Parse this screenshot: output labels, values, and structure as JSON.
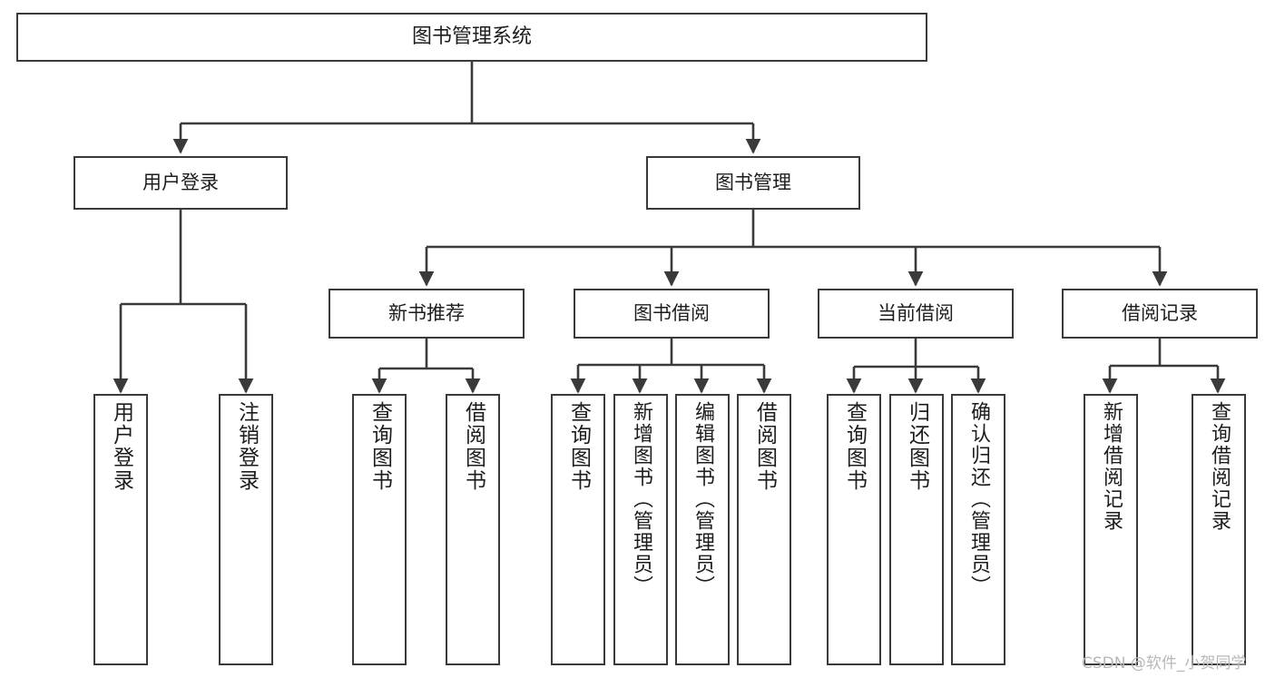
{
  "diagram": {
    "title": "图书管理系统",
    "type": "tree",
    "watermark": "CSDN @软件_小贺同学",
    "colors": {
      "background": "#ffffff",
      "stroke": "#3a3a3a",
      "text": "#1d1d1d",
      "watermark": "#b8b8b8"
    },
    "root": {
      "label": "图书管理系统"
    },
    "level2": [
      {
        "label": "用户登录"
      },
      {
        "label": "图书管理"
      }
    ],
    "level3": [
      {
        "label": "新书推荐"
      },
      {
        "label": "图书借阅"
      },
      {
        "label": "当前借阅"
      },
      {
        "label": "借阅记录"
      }
    ],
    "leaves": {
      "user_login": [
        {
          "label": "用户登录"
        },
        {
          "label": "注销登录"
        }
      ],
      "new_book": [
        {
          "label": "查询图书"
        },
        {
          "label": "借阅图书"
        }
      ],
      "borrow": [
        {
          "label": "查询图书"
        },
        {
          "label": "新增图书（管理员）"
        },
        {
          "label": "编辑图书（管理员）"
        },
        {
          "label": "借阅图书"
        }
      ],
      "current": [
        {
          "label": "查询图书"
        },
        {
          "label": "归还图书"
        },
        {
          "label": "确认归还（管理员）"
        }
      ],
      "records": [
        {
          "label": "新增借阅记录"
        },
        {
          "label": "查询借阅记录"
        }
      ]
    }
  }
}
